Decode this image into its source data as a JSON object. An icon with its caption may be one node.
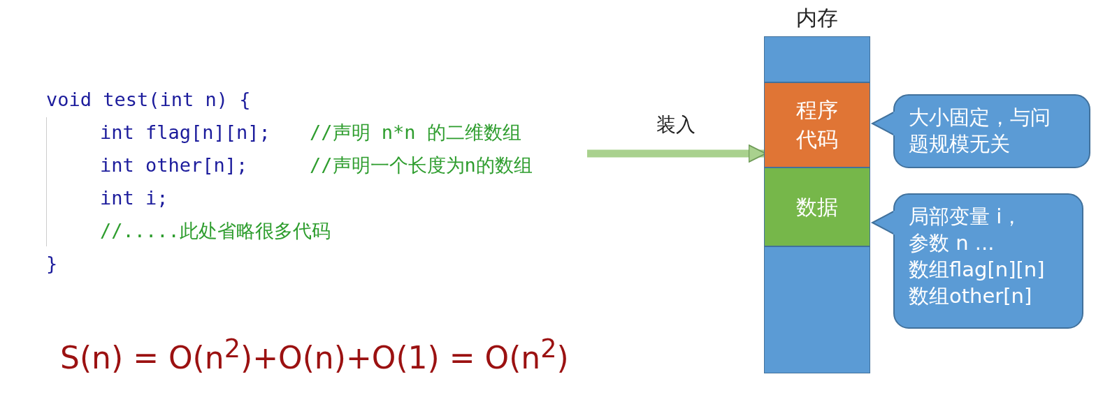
{
  "diagram": {
    "nodes": [
      {
        "text": [
          "void test(int n) {",
          "int flag[n][n];",
          "//声明 n*n 的二维数组",
          "int other[n];",
          "//声明一个长度为n的数组",
          "int i;",
          "//.....此处省略很多代码",
          "}"
        ]
      },
      {
        "text": [
          "内存"
        ]
      },
      {
        "text": [],
        "shape": "box",
        "in": 1
      },
      {
        "text": [
          "程序代码"
        ],
        "in": 1
      },
      {
        "text": [
          "数据"
        ],
        "in": 1
      },
      {
        "text": [],
        "shape": "box",
        "in": 1
      },
      {
        "text": [
          "大小固定，与问题规模无关"
        ]
      },
      {
        "text": [
          "局部变量 i，",
          "参数 n ...",
          "数组flag[n][n]",
          "数组other[n]"
        ]
      }
    ],
    "edges": [
      {
        "from": 0,
        "to": 1,
        "arrow": "to",
        "label": "装入"
      },
      {
        "from": 6,
        "to": 3,
        "arrow": "to"
      },
      {
        "from": 7,
        "to": 4,
        "arrow": "to"
      }
    ],
    "labels": [
      "S(n) = O(n$^{2}$)+O(n)+O(1) = O(n$^{2}$)"
    ]
  }
}
